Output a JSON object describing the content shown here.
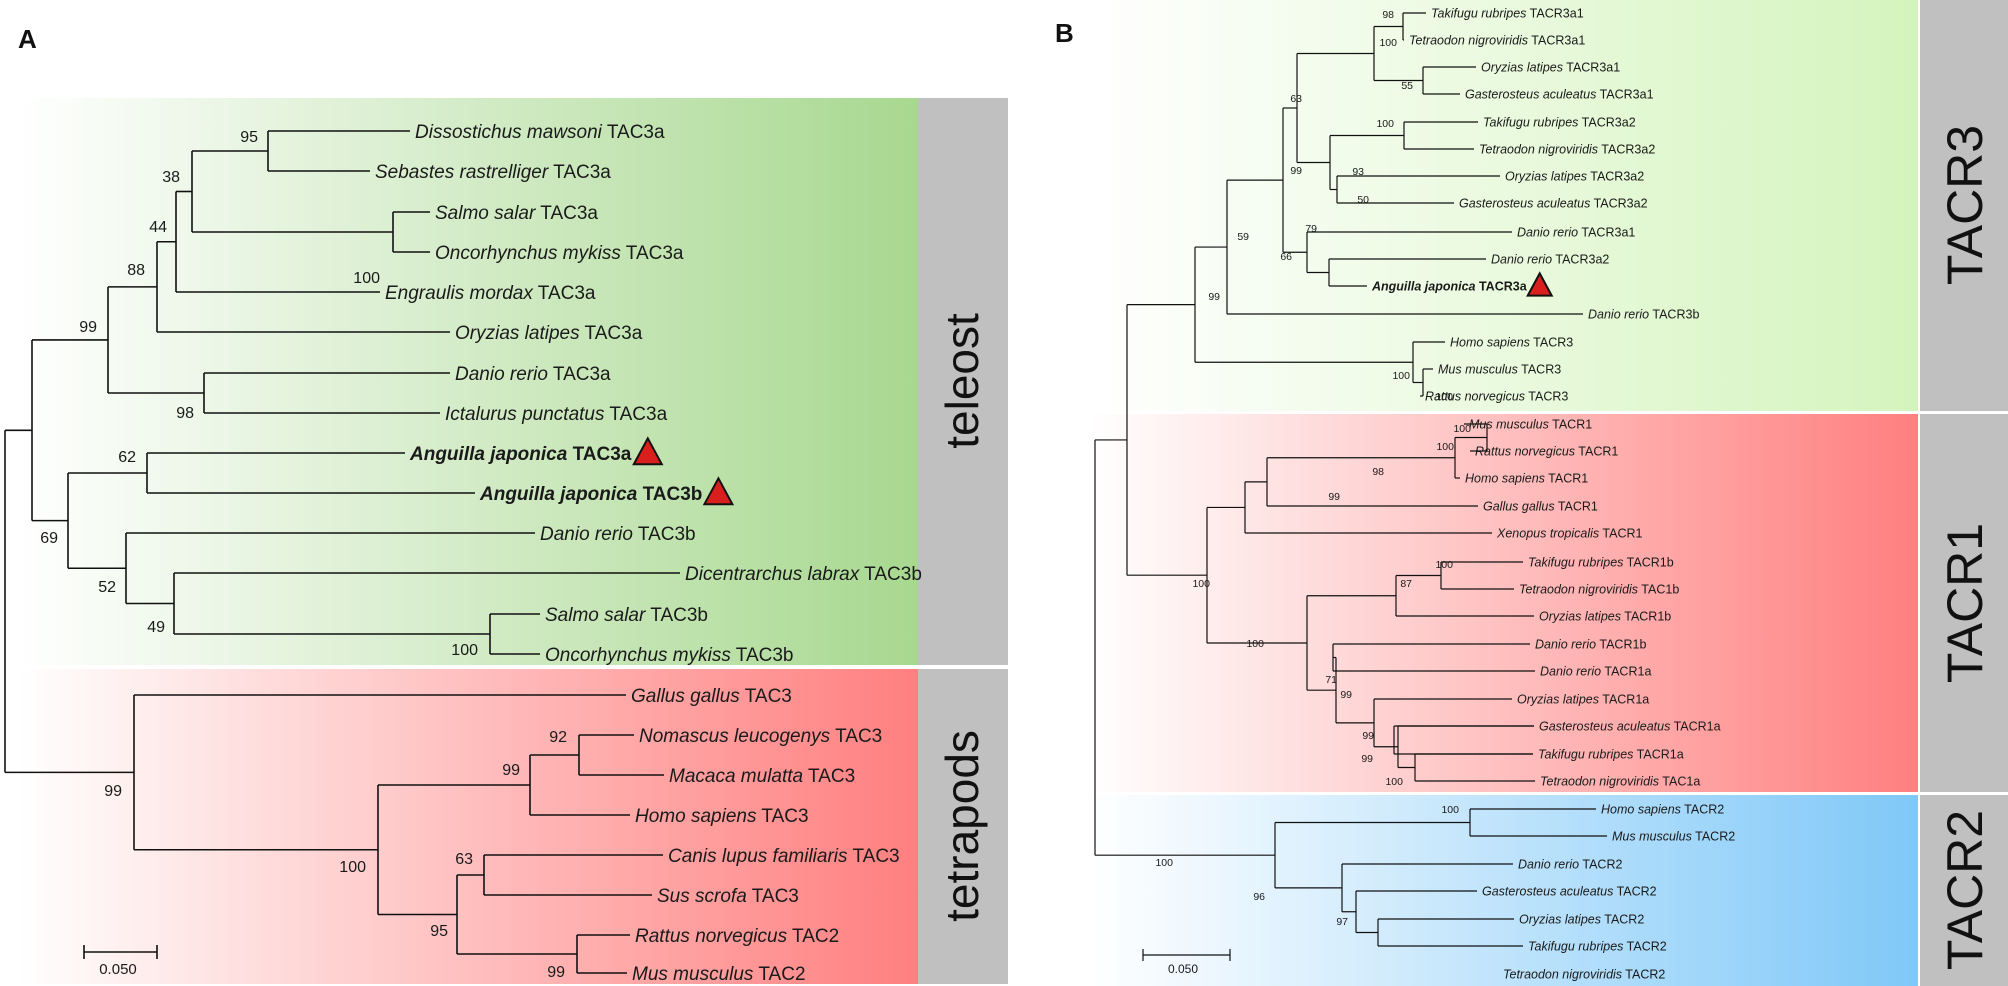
{
  "panels": {
    "A": {
      "letter": "A",
      "scale_label": "0.050",
      "groups": {
        "teleost": "teleost",
        "tetrapods": "tetrapods"
      },
      "colors": {
        "teleost": "#a8d890",
        "tetrapods": "#ff7f7f",
        "sidebar": "#c0c0c0",
        "marker": "#d91e1e"
      },
      "taxa": [
        {
          "sp": "Dissostichus mawsoni",
          "gene": "TAC3a"
        },
        {
          "sp": "Sebastes rastrelliger",
          "gene": "TAC3a"
        },
        {
          "sp": "Salmo salar",
          "gene": "TAC3a"
        },
        {
          "sp": "Oncorhynchus mykiss",
          "gene": "TAC3a"
        },
        {
          "sp": "Engraulis mordax",
          "gene": "TAC3a"
        },
        {
          "sp": "Oryzias latipes",
          "gene": "TAC3a"
        },
        {
          "sp": "Danio rerio",
          "gene": "TAC3a"
        },
        {
          "sp": "Ictalurus punctatus",
          "gene": "TAC3a"
        },
        {
          "sp": "Anguilla japonica",
          "gene": "TAC3a",
          "bold": true
        },
        {
          "sp": "Anguilla japonica",
          "gene": "TAC3b",
          "bold": true
        },
        {
          "sp": "Danio rerio",
          "gene": "TAC3b"
        },
        {
          "sp": "Dicentrarchus labrax",
          "gene": "TAC3b"
        },
        {
          "sp": "Salmo salar",
          "gene": "TAC3b"
        },
        {
          "sp": "Oncorhynchus mykiss",
          "gene": "TAC3b"
        },
        {
          "sp": "Gallus gallus",
          "gene": "TAC3"
        },
        {
          "sp": "Nomascus leucogenys",
          "gene": "TAC3"
        },
        {
          "sp": "Macaca mulatta",
          "gene": "TAC3"
        },
        {
          "sp": "Homo sapiens",
          "gene": "TAC3"
        },
        {
          "sp": "Canis lupus familiaris",
          "gene": "TAC3"
        },
        {
          "sp": "Sus scrofa",
          "gene": "TAC3"
        },
        {
          "sp": "Rattus norvegicus",
          "gene": "TAC2"
        },
        {
          "sp": "Mus musculus",
          "gene": "TAC2"
        }
      ],
      "bootstraps": [
        "95",
        "38",
        "44",
        "88",
        "99",
        "100",
        "98",
        "62",
        "69",
        "52",
        "49",
        "100",
        "99",
        "92",
        "99",
        "100",
        "63",
        "95",
        "99"
      ]
    },
    "B": {
      "letter": "B",
      "scale_label": "0.050",
      "groups": {
        "tacr3": "TACR3",
        "tacr1": "TACR1",
        "tacr2": "TACR2"
      },
      "colors": {
        "tacr3": "#d6f5c0",
        "tacr1": "#ff7f7f",
        "tacr2": "#7fc8f8",
        "sidebar": "#c0c0c0",
        "marker": "#d91e1e"
      },
      "taxa": [
        {
          "sp": "Takifugu rubripes",
          "gene": "TACR3a1"
        },
        {
          "sp": "Tetraodon nigroviridis",
          "gene": "TACR3a1"
        },
        {
          "sp": "Oryzias latipes",
          "gene": "TACR3a1"
        },
        {
          "sp": "Gasterosteus aculeatus",
          "gene": "TACR3a1"
        },
        {
          "sp": "Takifugu rubripes",
          "gene": "TACR3a2"
        },
        {
          "sp": "Tetraodon nigroviridis",
          "gene": "TACR3a2"
        },
        {
          "sp": "Oryzias latipes",
          "gene": "TACR3a2"
        },
        {
          "sp": "Gasterosteus aculeatus",
          "gene": "TACR3a2"
        },
        {
          "sp": "Danio rerio",
          "gene": "TACR3a1"
        },
        {
          "sp": "Danio rerio",
          "gene": "TACR3a2"
        },
        {
          "sp": "Anguilla japonica",
          "gene": "TACR3a",
          "bold": true
        },
        {
          "sp": "Danio rerio",
          "gene": "TACR3b"
        },
        {
          "sp": "Homo sapiens",
          "gene": "TACR3"
        },
        {
          "sp": "Mus musculus",
          "gene": "TACR3"
        },
        {
          "sp": "Rattus norvegicus",
          "gene": "TACR3"
        },
        {
          "sp": "Mus musculus",
          "gene": "TACR1"
        },
        {
          "sp": "Rattus norvegicus",
          "gene": "TACR1"
        },
        {
          "sp": "Homo sapiens",
          "gene": "TACR1"
        },
        {
          "sp": "Gallus gallus",
          "gene": "TACR1"
        },
        {
          "sp": "Xenopus tropicalis",
          "gene": "TACR1"
        },
        {
          "sp": "Takifugu rubripes",
          "gene": "TACR1b"
        },
        {
          "sp": "Tetraodon nigroviridis",
          "gene": "TAC1b"
        },
        {
          "sp": "Oryzias latipes",
          "gene": "TACR1b"
        },
        {
          "sp": "Danio rerio",
          "gene": "TACR1b"
        },
        {
          "sp": "Danio rerio",
          "gene": "TACR1a"
        },
        {
          "sp": "Oryzias latipes",
          "gene": "TACR1a"
        },
        {
          "sp": "Gasterosteus aculeatus",
          "gene": "TACR1a"
        },
        {
          "sp": "Takifugu rubripes",
          "gene": "TACR1a"
        },
        {
          "sp": "Tetraodon nigroviridis",
          "gene": "TAC1a"
        },
        {
          "sp": "Homo sapiens",
          "gene": "TACR2"
        },
        {
          "sp": "Mus musculus",
          "gene": "TACR2"
        },
        {
          "sp": "Danio rerio",
          "gene": "TACR2"
        },
        {
          "sp": "Gasterosteus aculeatus",
          "gene": "TACR2"
        },
        {
          "sp": "Oryzias latipes",
          "gene": "TACR2"
        },
        {
          "sp": "Takifugu rubripes",
          "gene": "TACR2"
        },
        {
          "sp": "Tetraodon nigroviridis",
          "gene": "TACR2"
        }
      ],
      "bootstraps": [
        "98",
        "100",
        "55",
        "63",
        "100",
        "93",
        "50",
        "99",
        "79",
        "66",
        "59",
        "99",
        "100",
        "100",
        "100",
        "100",
        "98",
        "99",
        "100",
        "100",
        "87",
        "100",
        "71",
        "99",
        "99",
        "99",
        "100",
        "100",
        "100",
        "96",
        "97"
      ]
    }
  }
}
